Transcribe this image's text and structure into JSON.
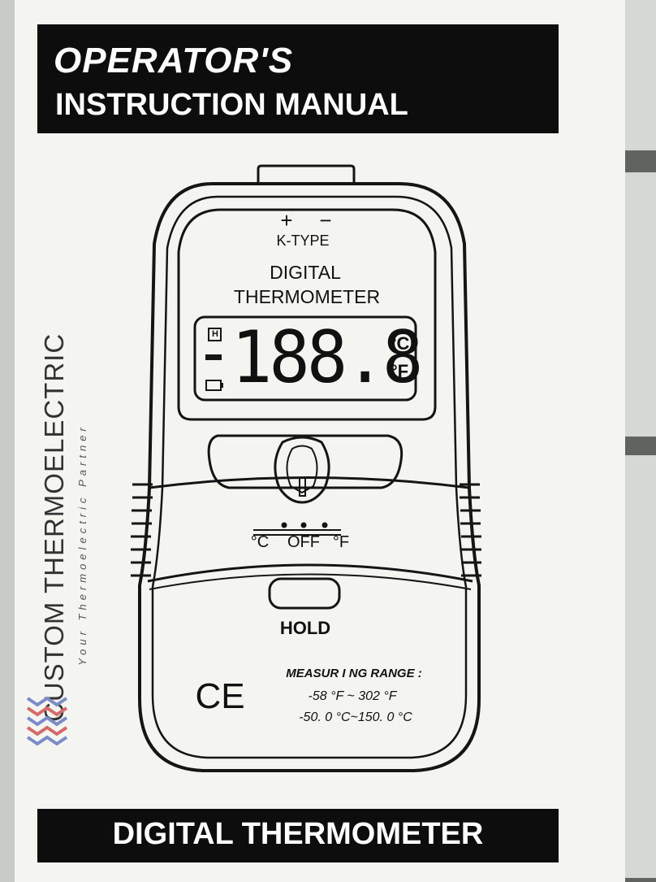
{
  "header": {
    "line1": "OPERATOR'S",
    "line2": "INSTRUCTION MANUAL"
  },
  "footer": {
    "title": "DIGITAL THERMOMETER"
  },
  "brand": {
    "name": "CUSTOM THERMOELECTRIC",
    "tagline": "Your Thermoelectric Partner"
  },
  "device": {
    "plus": "+",
    "minus": "−",
    "probe_type": "K-TYPE",
    "label_line1": "DIGITAL",
    "label_line2": "THERMOMETER",
    "display_value": "188.8",
    "display_sign": "-",
    "unit_c": "°C",
    "unit_f": "°F",
    "hold_indicator": "H",
    "switch_c": "°C",
    "switch_off": "OFF",
    "switch_f": "°F",
    "hold_label": "HOLD",
    "ce_mark": "CE",
    "range_title": "MEASUR I NG RANGE :",
    "range_f": "-58 °F ~ 302 °F",
    "range_c": "-50. 0 °C~150. 0 °C"
  }
}
